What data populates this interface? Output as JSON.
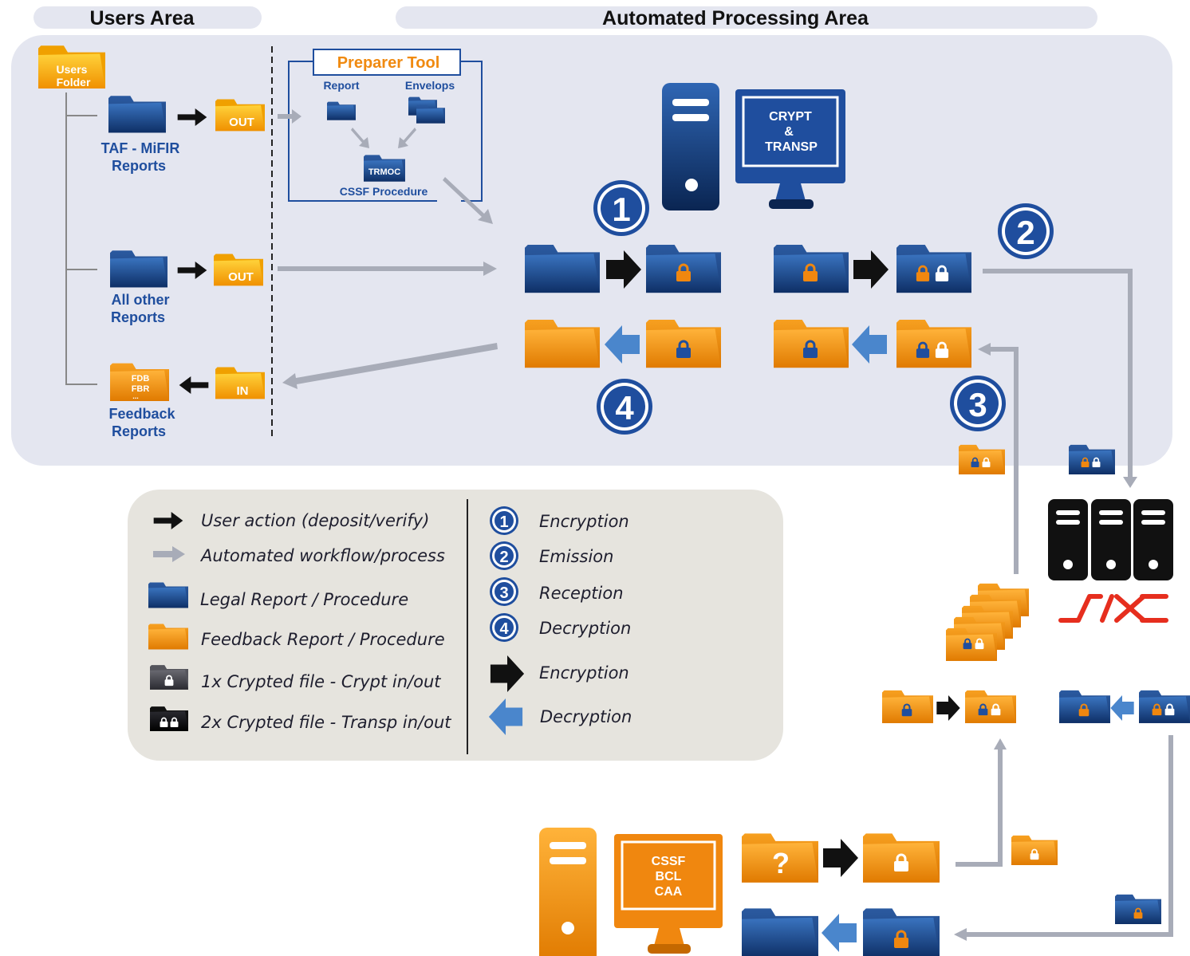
{
  "headers": {
    "users_area": "Users Area",
    "processing_area": "Automated Processing Area"
  },
  "users": {
    "folder_label_1": "Users",
    "folder_label_2": "Folder",
    "taf_1": "TAF - MiFIR",
    "taf_2": "Reports",
    "other_1": "All other",
    "other_2": "Reports",
    "fb_1": "Feedback",
    "fb_2": "Reports",
    "fdb": "FDB",
    "fbr": "FBR",
    "dots": "...",
    "out": "OUT",
    "in": "IN"
  },
  "preparer": {
    "title": "Preparer Tool",
    "report": "Report",
    "envelops": "Envelops",
    "trmoc": "TRMOC",
    "procedure": "CSSF Procedure"
  },
  "server": {
    "line1": "CRYPT",
    "line2": "&",
    "line3": "TRANSP"
  },
  "steps": [
    "1",
    "2",
    "3",
    "4"
  ],
  "cssf": {
    "line1": "CSSF",
    "line2": "BCL",
    "line3": "CAA"
  },
  "question": "?",
  "legend": {
    "left": [
      "User action (deposit/verify)",
      "Automated workflow/process",
      "Legal Report / Procedure",
      "Feedback Report / Procedure",
      "1x Crypted file - Crypt in/out",
      "2x Crypted file - Transp in/out"
    ],
    "right": [
      "Encryption",
      "Emission",
      "Reception",
      "Decryption",
      "Encryption",
      "Decryption"
    ]
  },
  "colors": {
    "blue": "#1a4a8c",
    "blue_light": "#3a78c8",
    "orange": "#f0870f",
    "grey_arrow": "#a8acb8",
    "panel": "#e4e6f0",
    "legend_bg": "#e6e4de",
    "six_red": "#e62e1e"
  }
}
